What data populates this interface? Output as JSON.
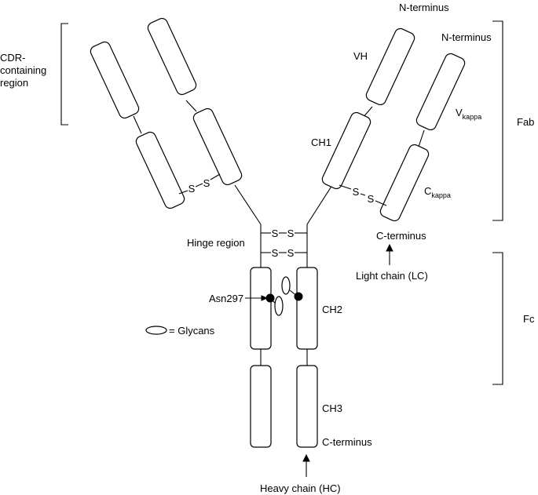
{
  "labels": {
    "n_terminus_heavy": "N-terminus",
    "n_terminus_light": "N-terminus",
    "vh": "VH",
    "ch1": "CH1",
    "v_kappa_main": "V",
    "v_kappa_sub": "kappa",
    "c_kappa_main": "C",
    "c_kappa_sub": "kappa",
    "fab": "Fab",
    "fc": "Fc",
    "cdr_line1": "CDR-",
    "cdr_line2": "containing",
    "cdr_line3": "region",
    "hinge_region": "Hinge region",
    "c_terminus_light": "C-terminus",
    "light_chain": "Light chain (LC)",
    "asn297": "Asn297",
    "ch2": "CH2",
    "glycans_legend": "= Glycans",
    "ch3": "CH3",
    "c_terminus_heavy": "C-terminus",
    "heavy_chain": "Heavy chain (HC)",
    "disulfide_s": "S"
  },
  "colors": {
    "stroke": "#000000",
    "fill": "#ffffff",
    "background": "#ffffff"
  }
}
